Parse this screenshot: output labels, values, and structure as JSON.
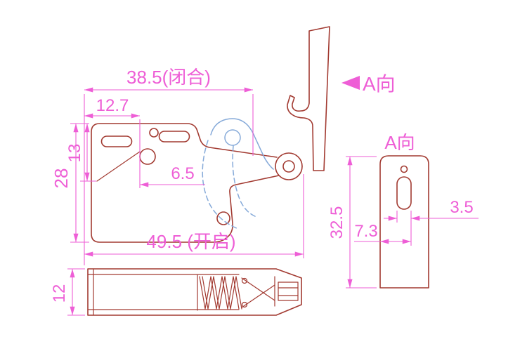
{
  "colors": {
    "outline": "#a23a31",
    "dimension": "#ee5ed6",
    "lever": "#86aad9",
    "background": "#ffffff"
  },
  "front_view": {
    "dim_width_closed": "38.5(闭合)",
    "dim_hole_offset": "12.7",
    "dim_height": "28",
    "dim_plate_depth": "13",
    "dim_catch_offset": "6.5",
    "dim_width_open": "49.5 (开启)"
  },
  "bottom_view": {
    "dim_thickness": "12"
  },
  "view_a_callout": {
    "label": "A向"
  },
  "side_view": {
    "title": "A向",
    "dim_height": "32.5",
    "dim_slot_offset": "7.3",
    "dim_slot_width": "3.5"
  }
}
